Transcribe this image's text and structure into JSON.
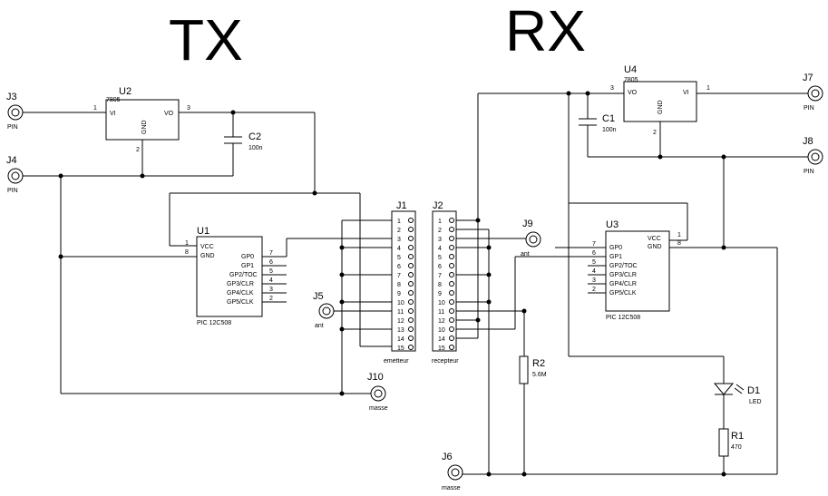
{
  "titles": {
    "tx": "TX",
    "rx": "RX"
  },
  "tx": {
    "u2": {
      "ref": "U2",
      "value": "7805",
      "vi": "VI",
      "vo": "VO",
      "gnd": "GND",
      "pin_in": "1",
      "pin_out": "3",
      "pin_gnd": "2"
    },
    "j3": {
      "ref": "J3",
      "label": "PIN"
    },
    "j4": {
      "ref": "J4",
      "label": "PIN"
    },
    "c2": {
      "ref": "C2",
      "value": "100n"
    },
    "u1": {
      "ref": "U1",
      "part": "PIC 12C508",
      "left_pins": [
        {
          "num": "1",
          "name": "VCC"
        },
        {
          "num": "8",
          "name": "GND"
        }
      ],
      "right_pins": [
        {
          "num": "7",
          "name": "GP0"
        },
        {
          "num": "6",
          "name": "GP1"
        },
        {
          "num": "5",
          "name": "GP2/TOC"
        },
        {
          "num": "4",
          "name": "GP3/CLR"
        },
        {
          "num": "3",
          "name": "GP4/CLK"
        },
        {
          "num": "2",
          "name": "GP5/CLK"
        }
      ]
    },
    "j5": {
      "ref": "J5",
      "label": "ant"
    },
    "j10": {
      "ref": "J10",
      "label": "masse"
    },
    "j1": {
      "ref": "J1",
      "caption": "emetteur",
      "pins": [
        "1",
        "2",
        "3",
        "4",
        "5",
        "6",
        "7",
        "8",
        "9",
        "10",
        "11",
        "12",
        "13",
        "14",
        "15"
      ]
    }
  },
  "rx": {
    "u4": {
      "ref": "U4",
      "value": "7805",
      "vo": "VO",
      "vi": "VI",
      "gnd": "GND",
      "pin_out": "3",
      "pin_in": "1",
      "pin_gnd": "2"
    },
    "j7": {
      "ref": "J7",
      "label": "PIN"
    },
    "j8": {
      "ref": "J8",
      "label": "PIN"
    },
    "c1": {
      "ref": "C1",
      "value": "100n"
    },
    "u3": {
      "ref": "U3",
      "part": "PIC 12C508",
      "left_pins": [
        {
          "num": "7",
          "name": "GP0"
        },
        {
          "num": "6",
          "name": "GP1"
        },
        {
          "num": "5",
          "name": "GP2/TOC"
        },
        {
          "num": "4",
          "name": "GP3/CLR"
        },
        {
          "num": "3",
          "name": "GP4/CLR"
        },
        {
          "num": "2",
          "name": "GP5/CLK"
        }
      ],
      "right_pins": [
        {
          "num": "1",
          "name": "VCC"
        },
        {
          "num": "8",
          "name": "GND"
        }
      ]
    },
    "j9": {
      "ref": "J9",
      "label": "ant"
    },
    "j6": {
      "ref": "J6",
      "label": "masse"
    },
    "j2": {
      "ref": "J2",
      "caption": "recepteur",
      "pins": [
        "1",
        "2",
        "3",
        "4",
        "5",
        "6",
        "7",
        "8",
        "9",
        "10",
        "11",
        "12",
        "10",
        "14",
        "15"
      ]
    },
    "r2": {
      "ref": "R2",
      "value": "5.6M"
    },
    "d1": {
      "ref": "D1",
      "value": "LED"
    },
    "r1": {
      "ref": "R1",
      "value": "470"
    }
  }
}
